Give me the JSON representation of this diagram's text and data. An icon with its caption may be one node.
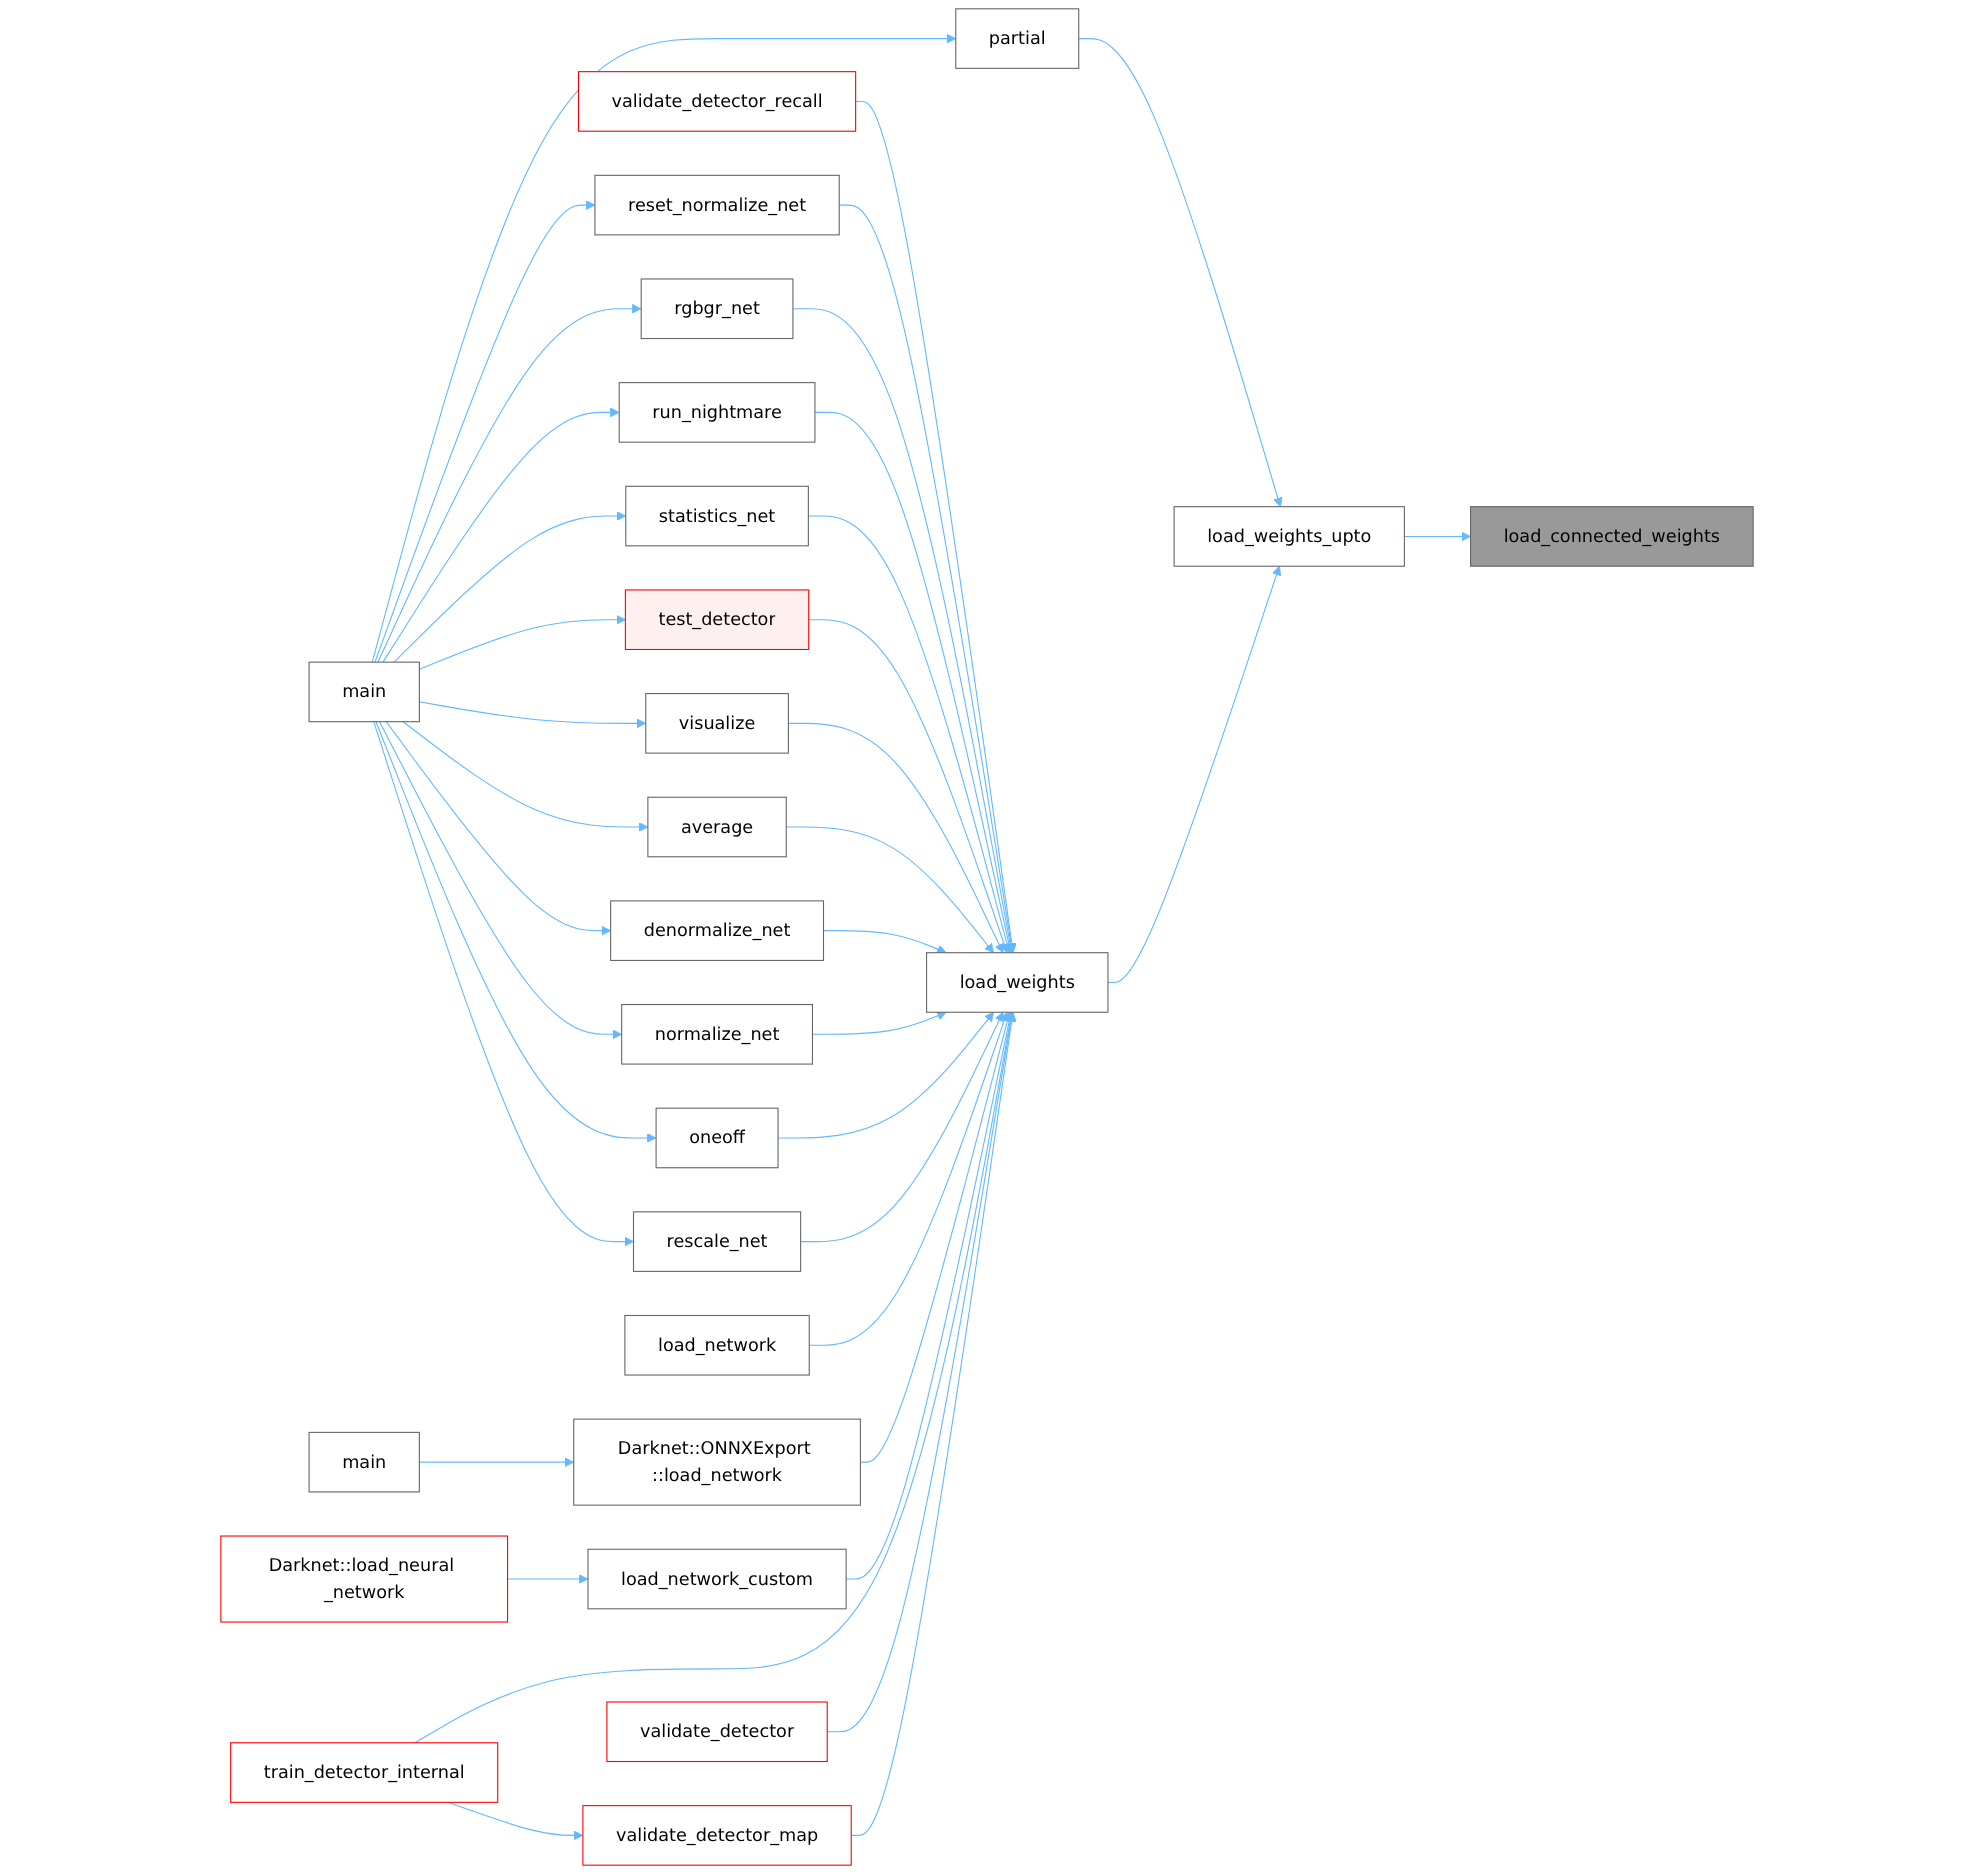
{
  "diagram": {
    "nodes": [
      {
        "text": [
          "load_connected_weights"
        ]
      },
      {
        "text": [
          "load_weights_upto"
        ]
      },
      {
        "text": [
          "partial"
        ]
      },
      {
        "text": [
          "load_weights"
        ]
      },
      {
        "text": [
          "validate_detector_recall"
        ]
      },
      {
        "text": [
          "reset_normalize_net"
        ]
      },
      {
        "text": [
          "rgbgr_net"
        ]
      },
      {
        "text": [
          "run_nightmare"
        ]
      },
      {
        "text": [
          "statistics_net"
        ]
      },
      {
        "text": [
          "test_detector"
        ]
      },
      {
        "text": [
          "visualize"
        ]
      },
      {
        "text": [
          "average"
        ]
      },
      {
        "text": [
          "denormalize_net"
        ]
      },
      {
        "text": [
          "normalize_net"
        ]
      },
      {
        "text": [
          "oneoff"
        ]
      },
      {
        "text": [
          "rescale_net"
        ]
      },
      {
        "text": [
          "load_network"
        ]
      },
      {
        "text": [
          "Darknet::ONNXExport ::load_network"
        ]
      },
      {
        "text": [
          "load_network_custom"
        ]
      },
      {
        "text": [
          "validate_detector"
        ]
      },
      {
        "text": [
          "validate_detector_map"
        ]
      },
      {
        "text": [
          "main"
        ]
      },
      {
        "text": [
          "main"
        ]
      },
      {
        "text": [
          "Darknet::load_neural _network"
        ]
      },
      {
        "text": [
          "train_detector_internal"
        ]
      }
    ],
    "edges": [
      {
        "from": 1,
        "to": 0,
        "arrow": "to"
      },
      {
        "from": 2,
        "to": 1,
        "arrow": "to"
      },
      {
        "from": 3,
        "to": 1,
        "arrow": "to"
      },
      {
        "from": 21,
        "to": 2,
        "arrow": "to"
      },
      {
        "from": 4,
        "to": 3,
        "arrow": "to"
      },
      {
        "from": 5,
        "to": 3,
        "arrow": "to"
      },
      {
        "from": 6,
        "to": 3,
        "arrow": "to"
      },
      {
        "from": 7,
        "to": 3,
        "arrow": "to"
      },
      {
        "from": 8,
        "to": 3,
        "arrow": "to"
      },
      {
        "from": 9,
        "to": 3,
        "arrow": "to"
      },
      {
        "from": 10,
        "to": 3,
        "arrow": "to"
      },
      {
        "from": 11,
        "to": 3,
        "arrow": "to"
      },
      {
        "from": 12,
        "to": 3,
        "arrow": "to"
      },
      {
        "from": 13,
        "to": 3,
        "arrow": "to"
      },
      {
        "from": 14,
        "to": 3,
        "arrow": "to"
      },
      {
        "from": 15,
        "to": 3,
        "arrow": "to"
      },
      {
        "from": 16,
        "to": 3,
        "arrow": "to"
      },
      {
        "from": 17,
        "to": 3,
        "arrow": "to"
      },
      {
        "from": 18,
        "to": 3,
        "arrow": "to"
      },
      {
        "from": 24,
        "to": 3,
        "arrow": "to"
      },
      {
        "from": 19,
        "to": 3,
        "arrow": "to"
      },
      {
        "from": 20,
        "to": 3,
        "arrow": "to"
      },
      {
        "from": 21,
        "to": 5,
        "arrow": "to"
      },
      {
        "from": 21,
        "to": 6,
        "arrow": "to"
      },
      {
        "from": 21,
        "to": 7,
        "arrow": "to"
      },
      {
        "from": 21,
        "to": 8,
        "arrow": "to"
      },
      {
        "from": 21,
        "to": 9,
        "arrow": "to"
      },
      {
        "from": 21,
        "to": 10,
        "arrow": "to"
      },
      {
        "from": 21,
        "to": 11,
        "arrow": "to"
      },
      {
        "from": 21,
        "to": 12,
        "arrow": "to"
      },
      {
        "from": 21,
        "to": 13,
        "arrow": "to"
      },
      {
        "from": 21,
        "to": 14,
        "arrow": "to"
      },
      {
        "from": 21,
        "to": 15,
        "arrow": "to"
      },
      {
        "from": 22,
        "to": 17,
        "arrow": "to"
      },
      {
        "from": 23,
        "to": 18,
        "arrow": "to"
      },
      {
        "from": 24,
        "to": 20,
        "arrow": "to"
      }
    ]
  }
}
